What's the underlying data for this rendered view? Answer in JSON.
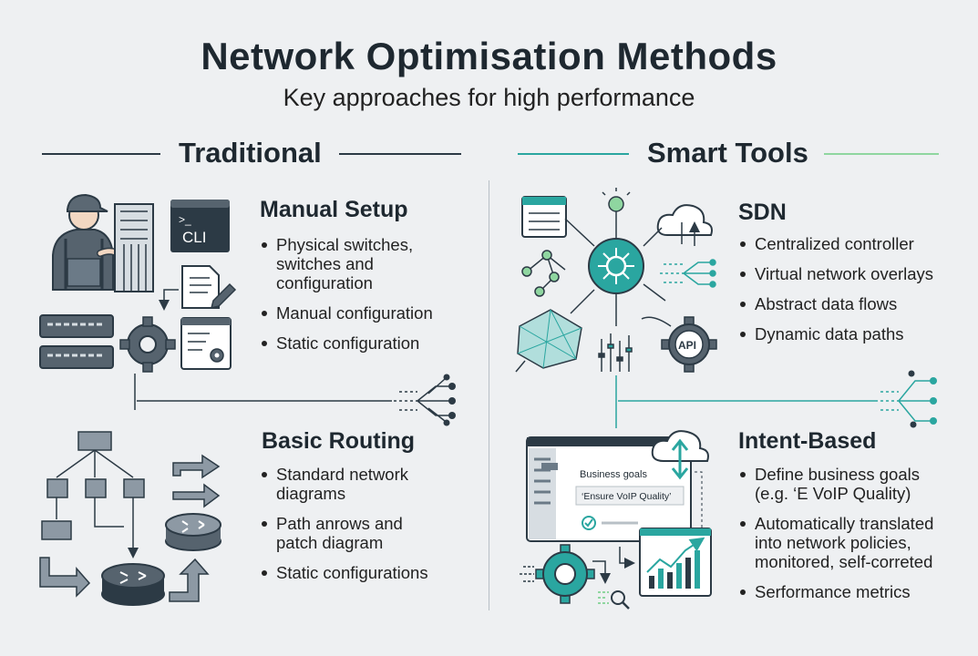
{
  "title": "Network Optimisation Methods",
  "subtitle": "Key approaches for high performance",
  "traditional": {
    "title": "Traditional",
    "manual_setup": {
      "heading": "Manual Setup",
      "bullets": [
        "Physical switches, switches and configuration",
        "Manual configuration",
        "Static configuration"
      ],
      "cli_label": "CLI",
      "cli_prompt": ">_"
    },
    "basic_routing": {
      "heading": "Basic Routing",
      "bullets": [
        "Standard network diagrams",
        "Path anrows and patch diagram",
        "Static configurations"
      ]
    }
  },
  "smart_tools": {
    "title": "Smart Tools",
    "sdn": {
      "heading": "SDN",
      "bullets": [
        "Centralized controller",
        "Virtual network overlays",
        "Abstract data flows",
        "Dynamic data paths"
      ],
      "api_label": "API"
    },
    "intent_based": {
      "heading": "Intent-Based",
      "bullets": [
        "Define business goals (e.g. ‘E VoIP Quality)",
        "Automatically translated into network policies, monitored, self-correted",
        "Serformance metrics"
      ],
      "window_goal_label": "Business goals",
      "window_goal_value": "‘Ensure VoIP Quality’"
    }
  },
  "colors": {
    "teal": "#2aa6a0",
    "teal_light": "#7fcfcb",
    "green": "#8fd6a0",
    "dark": "#2c3a45",
    "slate": "#6b7a87"
  }
}
